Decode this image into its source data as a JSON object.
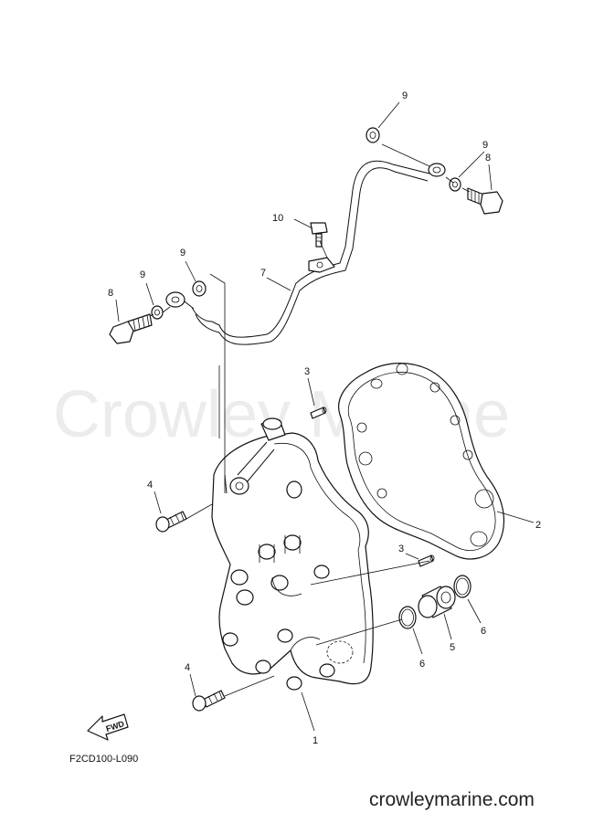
{
  "watermark": "Crowley Marine",
  "diagram_code": "F2CD100-L090",
  "website": "crowleymarine.com",
  "fwd_label": "FWD",
  "callouts": {
    "c9a": "9",
    "c9b": "9",
    "c8a": "8",
    "c10": "10",
    "c9c": "9",
    "c9d": "9",
    "c7": "7",
    "c8b": "8",
    "c3a": "3",
    "c4a": "4",
    "c2": "2",
    "c3b": "3",
    "c6a": "6",
    "c5": "5",
    "c6b": "6",
    "c4b": "4",
    "c1": "1"
  }
}
